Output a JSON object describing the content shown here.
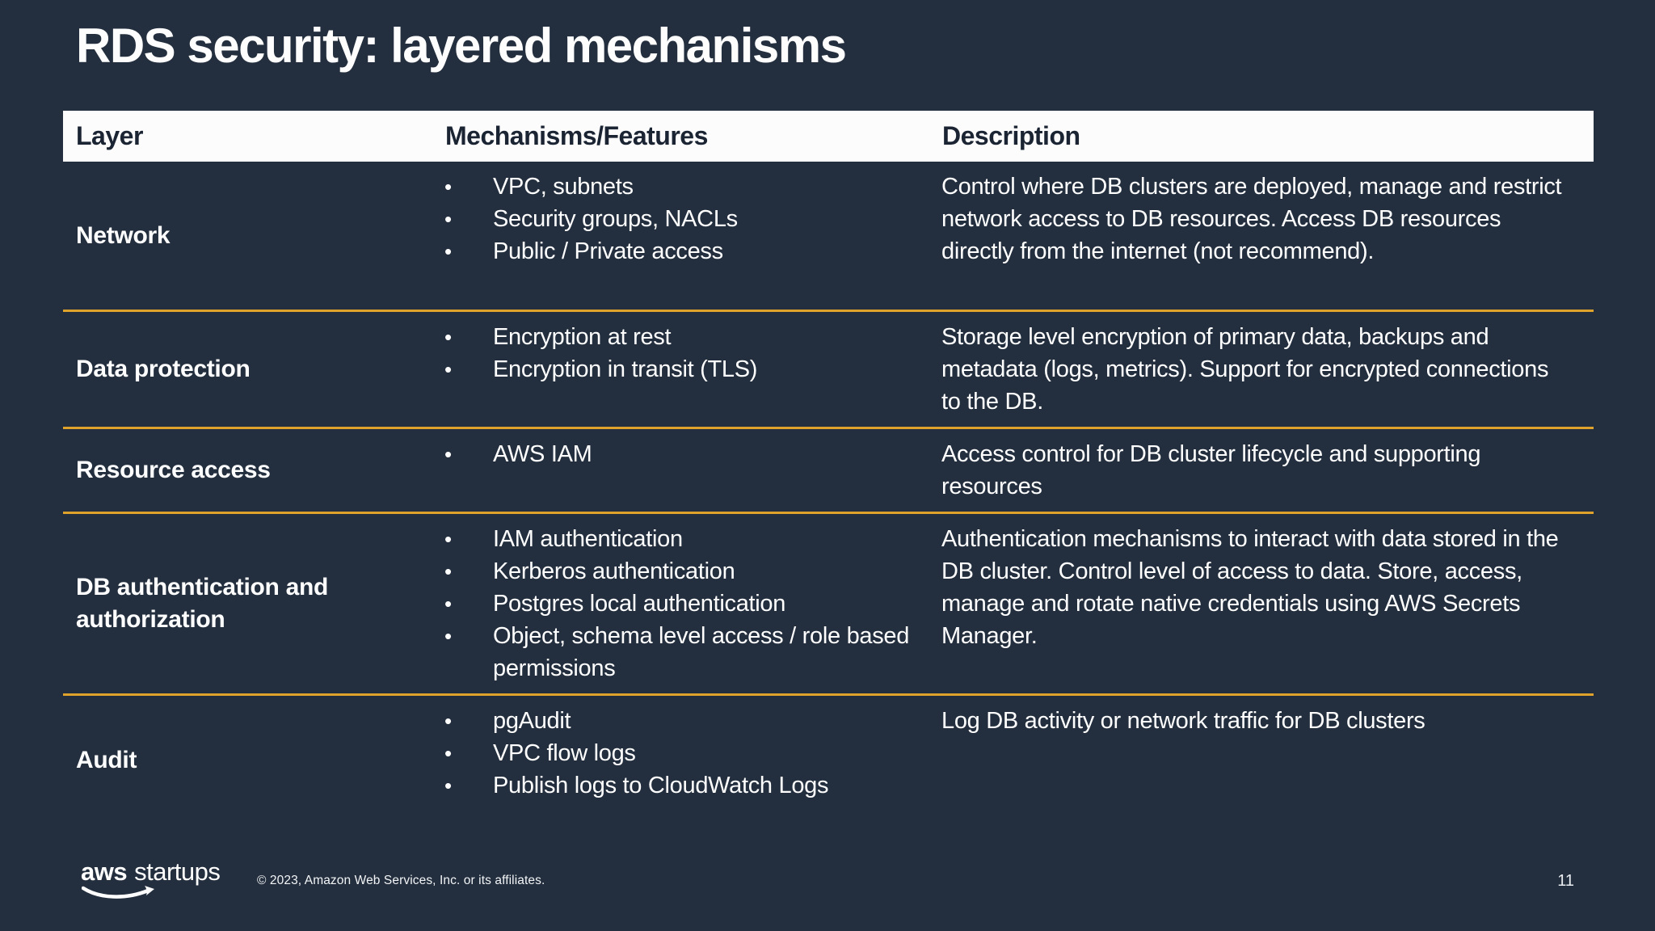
{
  "slide": {
    "title": "RDS security: layered mechanisms",
    "page_number": "11",
    "colors": {
      "background": "#232F3E",
      "header_background": "#FCFCFC",
      "header_text": "#1A2433",
      "body_text": "#FFFFFF",
      "row_divider_gold": "#DFA32B"
    },
    "table": {
      "headers": [
        "Layer",
        "Mechanisms/Features",
        "Description"
      ],
      "rows": [
        {
          "layer": "Network",
          "mechanisms": [
            "VPC, subnets",
            "Security groups, NACLs",
            "Public / Private access"
          ],
          "description": "Control where DB clusters are deployed, manage and restrict network access to DB resources. Access DB resources directly from the internet (not recommend)."
        },
        {
          "layer": "Data protection",
          "mechanisms": [
            "Encryption at rest",
            "Encryption in transit (TLS)"
          ],
          "description": "Storage level encryption of primary data, backups and metadata (logs, metrics). Support for encrypted connections to the DB."
        },
        {
          "layer": "Resource access",
          "mechanisms": [
            "AWS IAM"
          ],
          "description": "Access control for DB cluster lifecycle and supporting resources"
        },
        {
          "layer": "DB authentication and authorization",
          "mechanisms": [
            "IAM authentication",
            "Kerberos authentication",
            "Postgres local authentication",
            "Object, schema level access / role based permissions"
          ],
          "description": "Authentication mechanisms to interact with data stored in the DB cluster. Control level of access to data. Store, access, manage and rotate native credentials using AWS Secrets Manager."
        },
        {
          "layer": "Audit",
          "mechanisms": [
            "pgAudit",
            "VPC flow logs",
            "Publish logs to CloudWatch Logs"
          ],
          "description": "Log DB activity or network traffic for DB clusters"
        }
      ]
    },
    "footer": {
      "logo_aws": "aws",
      "logo_startups": "startups",
      "copyright": "© 2023, Amazon Web Services, Inc. or its affiliates."
    }
  }
}
